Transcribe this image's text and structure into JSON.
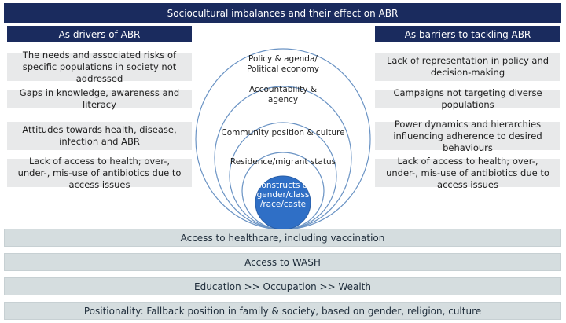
{
  "title": "Sociocultural imbalances and their effect on ABR",
  "drivers": {
    "header": "As drivers of ABR",
    "items": [
      "The needs and associated risks of specific populations in society not addressed",
      "Gaps in knowledge, awareness and literacy",
      "Attitudes towards health, disease, infection and ABR",
      "Lack of access to health; over-, under-, mis-use of antibiotics due to access issues"
    ]
  },
  "barriers": {
    "header": "As barriers to tackling ABR",
    "items": [
      "Lack of representation in policy and decision-making",
      "Campaigns not targeting diverse populations",
      "Power dynamics and hierarchies influencing adherence to desired behaviours",
      "Lack of access to health; over-, under-, mis-use of antibiotics due to access issues"
    ]
  },
  "rings": [
    "Policy & agenda/ Political economy",
    "Accountability & agency",
    "Community position & culture",
    "Residence/migrant status"
  ],
  "core": "Constructs of gender/class /race/caste",
  "bottom_rows": [
    "Access to healthcare, including vaccination",
    "Access to WASH",
    "Education >> Occupation >> Wealth",
    "Positionality: Fallback position in family & society, based on gender, religion, culture"
  ],
  "colors": {
    "navy": "#1a2b5e",
    "ring_stroke": "#6a93c4",
    "core_fill": "#2f6fc6",
    "box_fill": "#e8e9ea",
    "row_fill": "#d5dddf"
  }
}
